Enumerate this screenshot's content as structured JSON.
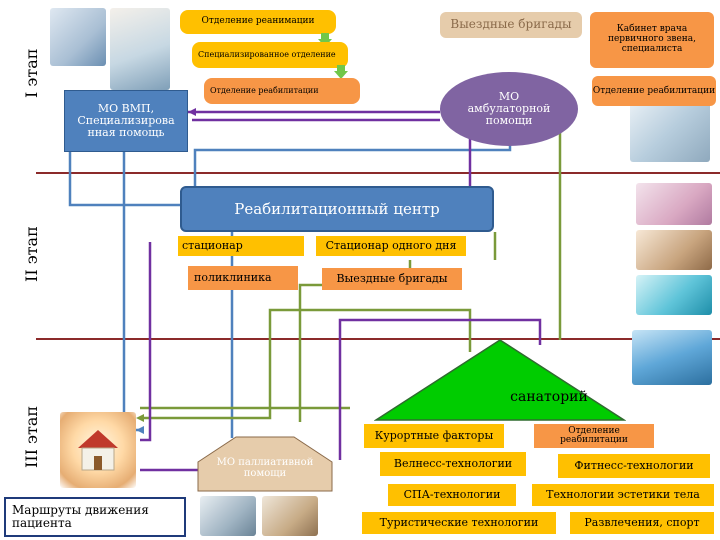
{
  "stages": {
    "stage1": "I этап",
    "stage2": "II этап",
    "stage3": "III этап"
  },
  "stage1": {
    "dept_realization": "Отделение реанимации",
    "dept_specialized": "Специализированное отделение",
    "dept_rehab_left": "Отделение реабилитации",
    "mo_vmp": "МО ВМП, Специализирова нная помощь",
    "field_teams": "Выездные бригады",
    "primary_doctor": "Кабинет врача первичного звена, специалиста",
    "mo_outpatient": "МО амбулаторной помощи",
    "dept_rehab_right": "Отделение реабилитации"
  },
  "stage2": {
    "rehab_center": "Реабилитационный центр",
    "inpatient": "стационар",
    "day_inpatient": "Стационар одного дня",
    "polyclinic": "поликлиника",
    "field_teams": "Выездные бригады"
  },
  "stage3": {
    "sanatorium": "санаторий",
    "resort_factors": "Курортные факторы",
    "rehab_dept": "Отделение реабилитации",
    "wellness": "Велнесс-технологии",
    "fitness": "Фитнесс-технологии",
    "spa": "СПА-технологии",
    "aesthetics": "Технологии эстетики тела",
    "tourism": "Туристические технологии",
    "entertainment": "Развлечения, спорт",
    "mo_palliative": "МО паллиативной помощи"
  },
  "legend": {
    "routes": "Маршруты движения пациента"
  },
  "colors": {
    "yellow": "#ffc000",
    "orange": "#f79646",
    "blue": "#4f81bd",
    "purple": "#8064a2",
    "green": "#00cc00",
    "tan": "#e6ccab",
    "arrow_green": "#70c74a",
    "line_green": "#7a9a3a",
    "line_blue": "#4f81bd",
    "line_purple": "#7030a0",
    "divider": "#8b2a2a"
  }
}
